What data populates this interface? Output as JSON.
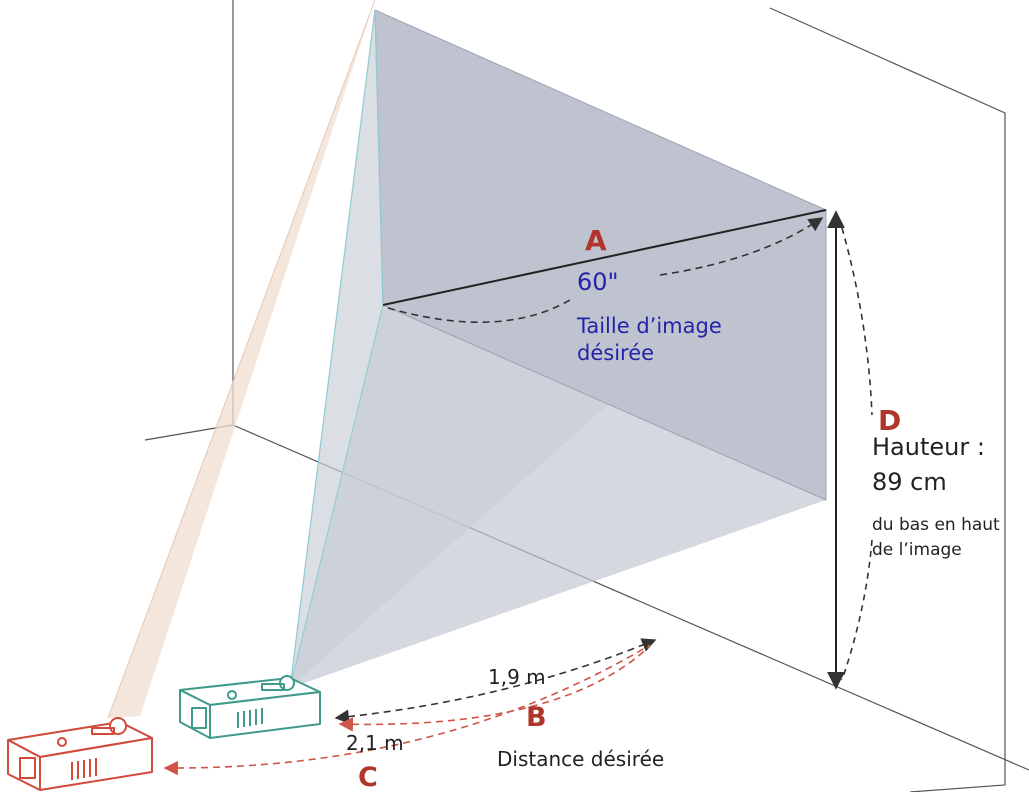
{
  "labels": {
    "a_letter": "A",
    "b_letter": "B",
    "c_letter": "C",
    "d_letter": "D",
    "diagonal_value": "60\"",
    "image_size_line1": "Taille d’image",
    "image_size_line2": "désirée",
    "height_title": "Hauteur :",
    "height_value": "89 cm",
    "height_note_line1": "du bas en haut",
    "height_note_line2": "de l’image",
    "distance_b": "1,9 m",
    "distance_c": "2,1 m",
    "distance_caption": "Distance désirée"
  },
  "colors": {
    "letter_red": "#b0362b",
    "text_blue": "#2424a8",
    "text_dark": "#222222",
    "screen_gray": "#c9cdd6",
    "beam_tan": "#f1ddd0",
    "projector_teal": "#3f9a8c",
    "projector_red": "#d24a3a",
    "arrow_dark": "#333333",
    "arrow_red": "#cf5548"
  }
}
